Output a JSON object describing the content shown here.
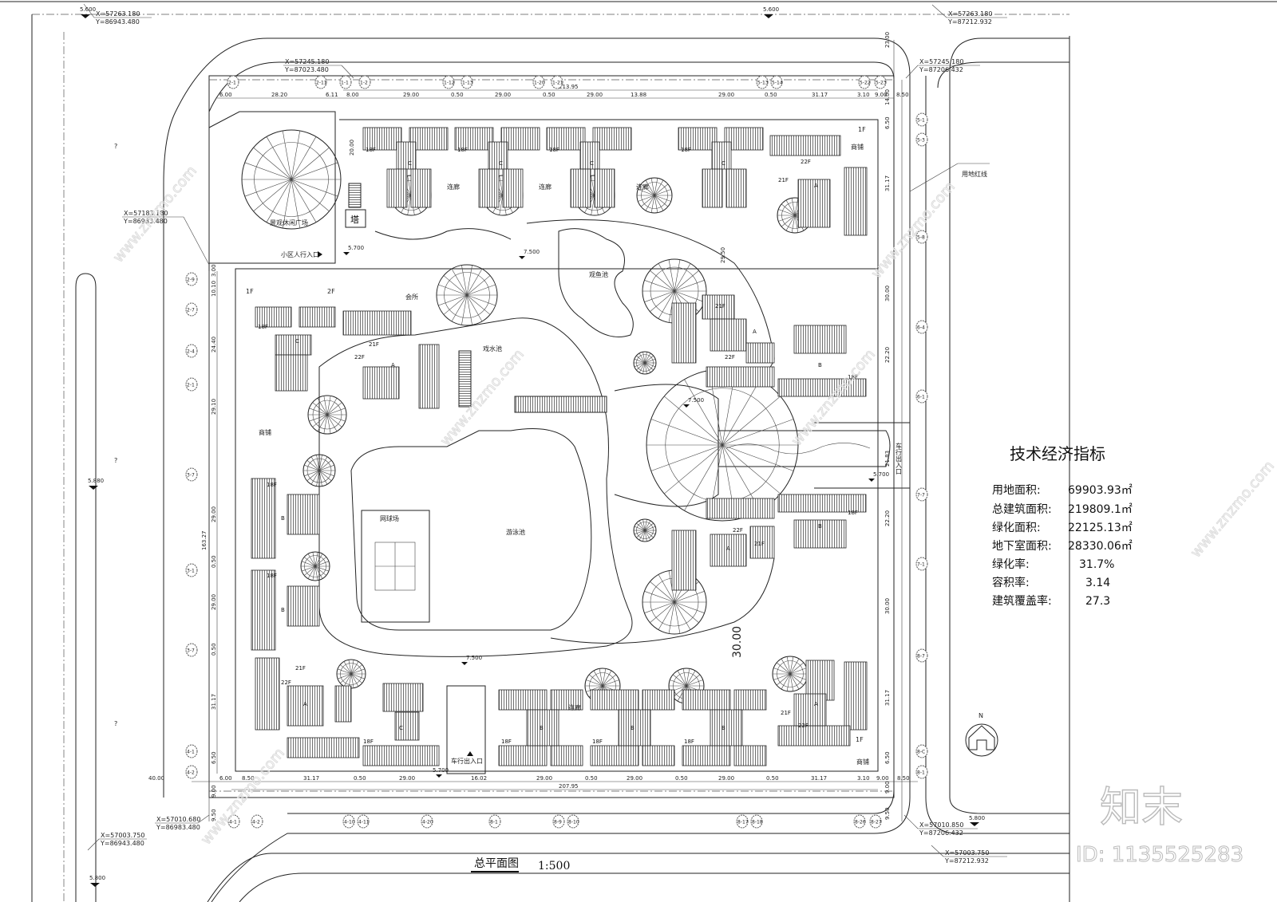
{
  "drawing": {
    "title": "总平面图",
    "scale": "1:500",
    "north": "N",
    "property_line_label": "用地红线"
  },
  "coordinates": [
    {
      "x": "X=57263.180",
      "y": "Y=86943.480"
    },
    {
      "x": "X=57263.180",
      "y": "Y=87212.932"
    },
    {
      "x": "X=57245.180",
      "y": "Y=87023.480"
    },
    {
      "x": "X=57245.180",
      "y": "Y=87206.432"
    },
    {
      "x": "X=57183.180",
      "y": "Y=86983.480"
    },
    {
      "x": "X=57010.680",
      "y": "Y=86983.480"
    },
    {
      "x": "X=57003.750",
      "y": "Y=86943.480"
    },
    {
      "x": "X=57010.850",
      "y": "Y=87206.432"
    },
    {
      "x": "X=57003.750",
      "y": "Y=87212.932"
    }
  ],
  "elevations": [
    "5.600",
    "5.600",
    "5.700",
    "7.500",
    "7.500",
    "5.880",
    "5.700",
    "7.500",
    "5.700",
    "5.800",
    "5.800"
  ],
  "dimensions": {
    "top": [
      "6.00",
      "28.20",
      "6.11",
      "8.00",
      "29.00",
      "0.50",
      "29.00",
      "0.50",
      "29.00",
      "13.88",
      "29.00",
      "0.50",
      "31.17",
      "3.10",
      "9.00",
      "8.50"
    ],
    "top_total": "213.95",
    "bottom": [
      "40.00",
      "6.00",
      "8.50",
      "31.17",
      "0.50",
      "29.00",
      "16.02",
      "29.00",
      "0.50",
      "29.00",
      "0.50",
      "29.00",
      "0.50",
      "31.17",
      "3.10",
      "9.00",
      "8.50"
    ],
    "bottom_total": "207.95",
    "left": [
      "3.00",
      "10.10",
      "24.40",
      "29.10",
      "29.00",
      "0.50",
      "29.00",
      "0.50",
      "31.17",
      "6.50",
      "9.00",
      "9.50"
    ],
    "left_total": "163.27",
    "right": [
      "23.00",
      "14.00",
      "6.50",
      "31.17",
      "30.00",
      "22.20",
      "22.20",
      "30.00",
      "31.17",
      "6.50",
      "9.00",
      "9.50"
    ],
    "right_total": "21.83",
    "misc": [
      "20.00",
      "29.50",
      "30.00"
    ]
  },
  "axes": {
    "top": [
      "2-1",
      "2-11",
      "1-1",
      "1-2",
      "1-12",
      "1-13",
      "1-20",
      "1-21",
      "5-13",
      "5-14",
      "5-22",
      "5-23"
    ],
    "bottom": [
      "4-1",
      "4-2",
      "4-10",
      "4-11",
      "4-20",
      "8-1",
      "8-9",
      "8-10",
      "8-17",
      "8-18",
      "8-26",
      "8-27"
    ],
    "left": [
      "2-9",
      "2-7",
      "2-4",
      "2-1",
      "3-7",
      "3-1",
      "3-7",
      "4-1",
      "4-2"
    ],
    "right": [
      "5-1",
      "5-3",
      "5-8",
      "6-4",
      "6-1",
      "7-7",
      "7-1",
      "8-7",
      "8-C",
      "8-1"
    ]
  },
  "areas": {
    "corridor": "连廊",
    "clubhouse": "会所",
    "fish_pond": "观鱼池",
    "wading_pool": "戏水池",
    "swimming_pool": "游泳池",
    "tennis_court": "网球场",
    "shops": "商铺",
    "tower": "塔",
    "leisure_plaza": "景观休闲广场",
    "pedestrian_entrance": "小区人行入口",
    "vehicle_entrance": "车行出入口",
    "floor_1f": "1F",
    "floor_2f": "2F",
    "unknown_mark": "?"
  },
  "buildings": {
    "f18": "18F",
    "f21": "21F",
    "f22": "22F",
    "type_a": "A",
    "type_b": "B",
    "type_c": "C"
  },
  "indicators": {
    "title": "技术经济指标",
    "rows": [
      {
        "label": "用地面积:",
        "value": "69903.93㎡"
      },
      {
        "label": "总建筑面积:",
        "value": "219809.1㎡"
      },
      {
        "label": "绿化面积:",
        "value": "22125.13㎡"
      },
      {
        "label": "地下室面积:",
        "value": "28330.06㎡"
      },
      {
        "label": "绿化率:",
        "value": "31.7%"
      },
      {
        "label": "容积率:",
        "value": "3.14"
      },
      {
        "label": "建筑覆盖率:",
        "value": "27.3"
      }
    ]
  },
  "watermark": {
    "brand": "知末",
    "id": "ID: 1135525283",
    "site": "www.znzmo.com"
  }
}
